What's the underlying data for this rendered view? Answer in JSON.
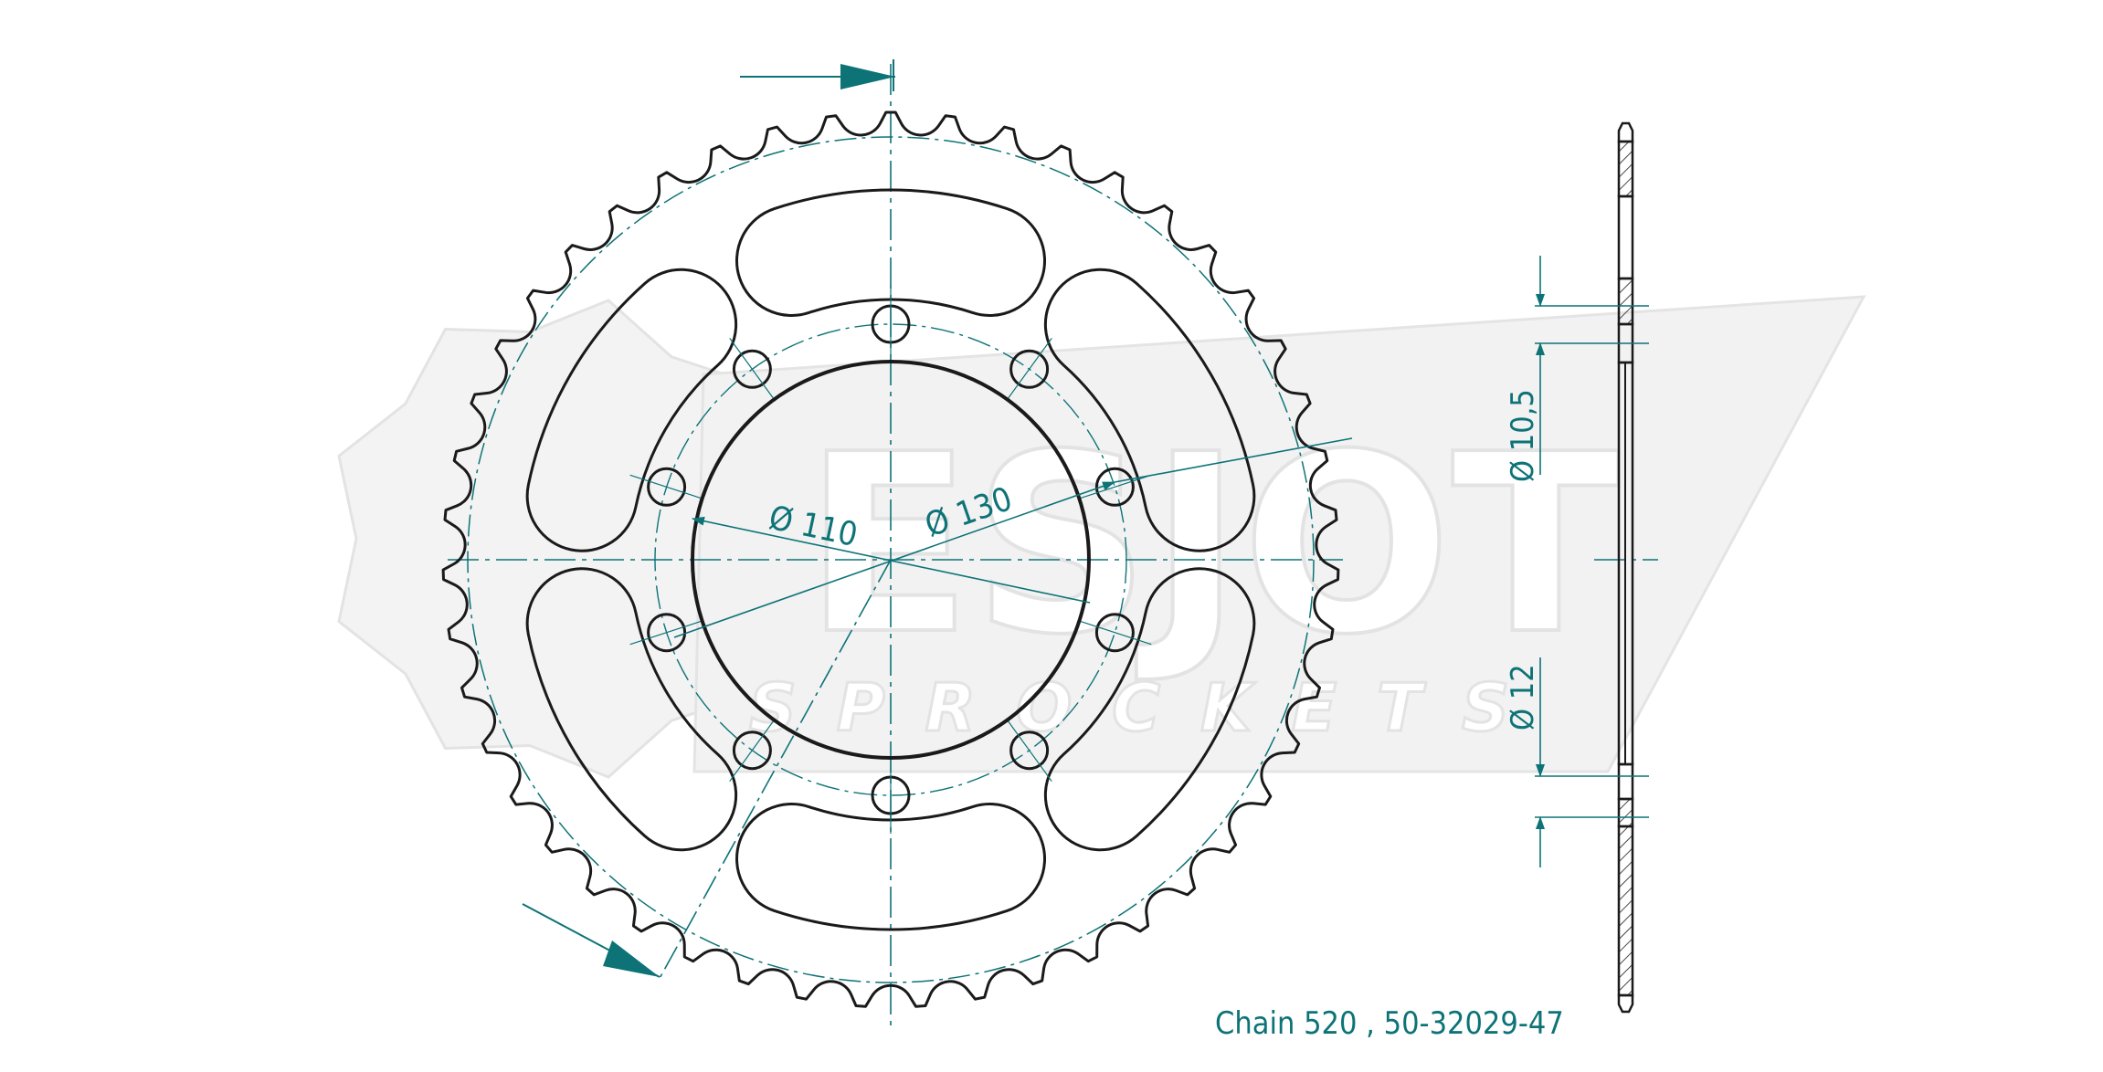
{
  "colors": {
    "outline": "#1a1a1a",
    "dimension": "#0d7377",
    "watermark_fill": "#f0f0f0",
    "watermark_stroke": "#e2e2e2",
    "background": "#ffffff"
  },
  "watermark": {
    "brand": "ESJOT",
    "subtitle": "SPROCKETS"
  },
  "sprocket": {
    "teeth": 47,
    "bolt_holes": 10,
    "cutouts": 6
  },
  "dimensions": {
    "center_bore": "Ø 110",
    "bolt_circle": "Ø 130",
    "thickness_top": "Ø 10,5",
    "thickness_bottom": "Ø 12"
  },
  "caption": "Chain 520 , 50-32029-47"
}
